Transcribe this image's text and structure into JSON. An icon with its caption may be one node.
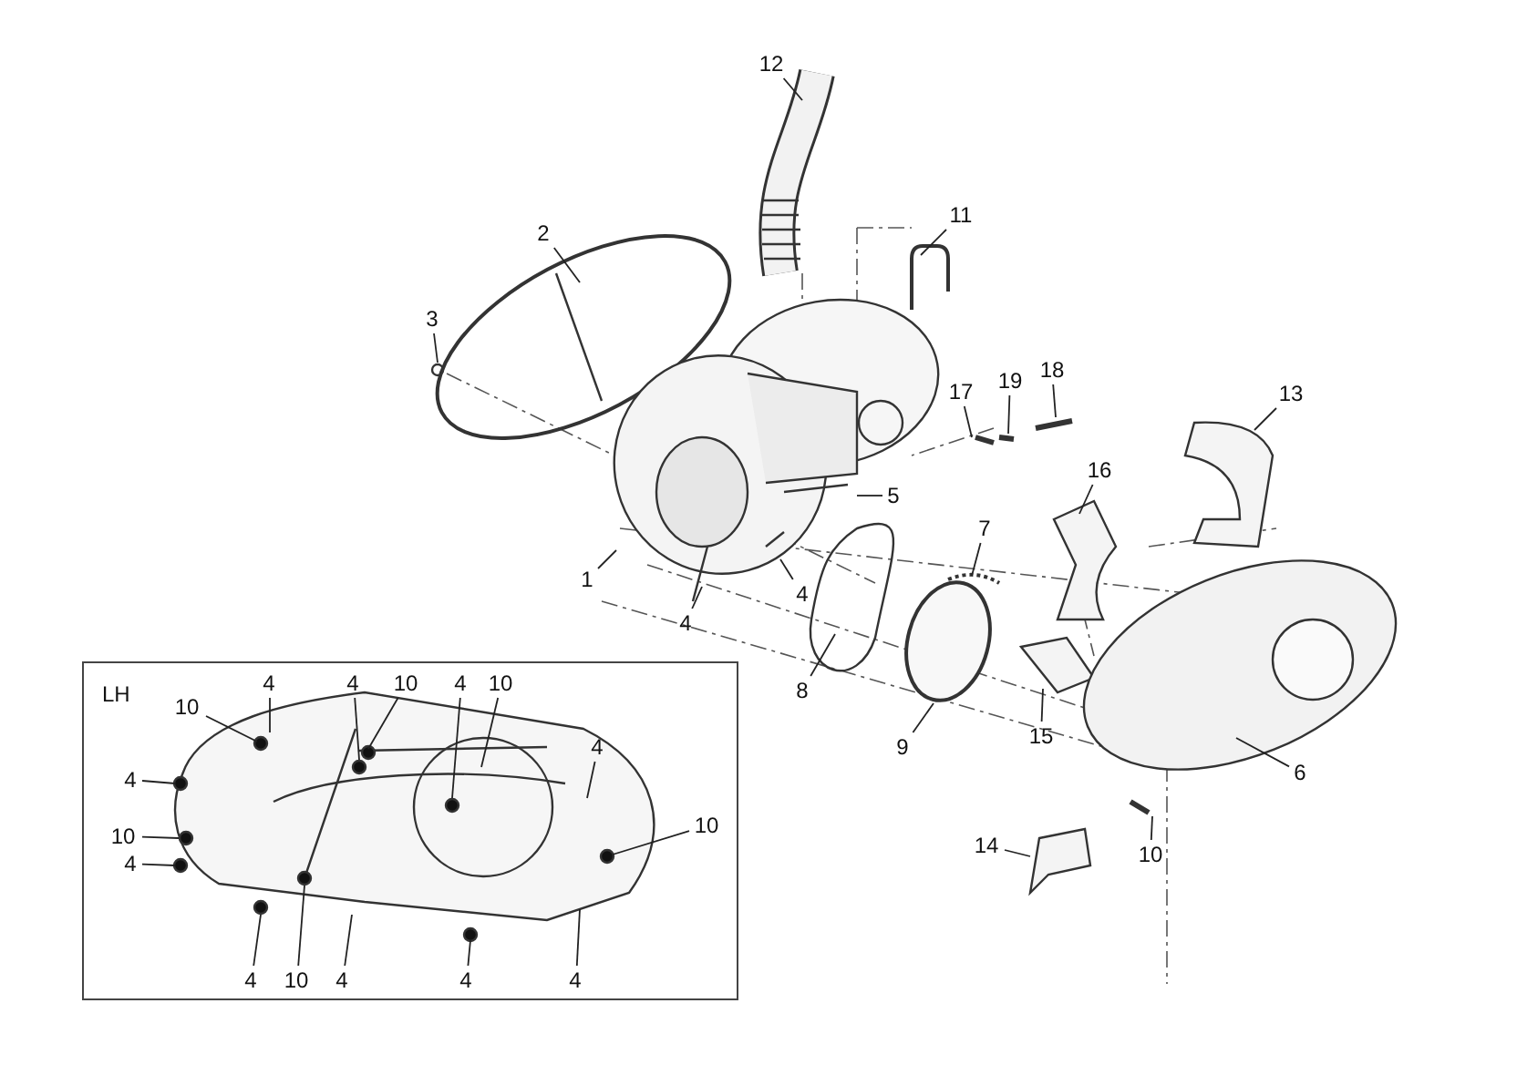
{
  "diagram": {
    "nodes": [
      {
        "text": [
          "12"
        ]
      },
      {
        "text": [
          "11"
        ]
      },
      {
        "text": [
          "2"
        ]
      },
      {
        "text": [
          "3"
        ]
      },
      {
        "text": [
          "17"
        ]
      },
      {
        "text": [
          "19"
        ]
      },
      {
        "text": [
          "18"
        ]
      },
      {
        "text": [
          "13"
        ]
      },
      {
        "text": [
          "16"
        ]
      },
      {
        "text": [
          "5"
        ]
      },
      {
        "text": [
          "7"
        ]
      },
      {
        "text": [
          "1"
        ]
      },
      {
        "text": [
          "4"
        ]
      },
      {
        "text": [
          "4"
        ]
      },
      {
        "text": [
          "8"
        ]
      },
      {
        "text": [
          "15"
        ]
      },
      {
        "text": [
          "9"
        ]
      },
      {
        "text": [
          "6"
        ]
      },
      {
        "text": [
          "14"
        ]
      },
      {
        "text": [
          "10"
        ]
      },
      {
        "text": [
          "LH"
        ]
      },
      {
        "text": [
          "4"
        ],
        "in": 20
      },
      {
        "text": [
          "10"
        ],
        "in": 20
      },
      {
        "text": [
          "4"
        ],
        "in": 20
      },
      {
        "text": [
          "10"
        ],
        "in": 20
      },
      {
        "text": [
          "4"
        ],
        "in": 20
      },
      {
        "text": [
          "10"
        ],
        "in": 20
      },
      {
        "text": [
          "4"
        ],
        "in": 20
      },
      {
        "text": [
          "4"
        ],
        "in": 20
      },
      {
        "text": [
          "10"
        ],
        "in": 20
      },
      {
        "text": [
          "10"
        ],
        "in": 20
      },
      {
        "text": [
          "4"
        ],
        "in": 20
      },
      {
        "text": [
          "4"
        ],
        "in": 20
      },
      {
        "text": [
          "10"
        ],
        "in": 20
      },
      {
        "text": [
          "4"
        ],
        "in": 20
      },
      {
        "text": [
          "4"
        ],
        "in": 20
      },
      {
        "text": [
          "4"
        ],
        "in": 20
      }
    ],
    "edges": [
      {
        "from": 0,
        "to": null,
        "arrow": "none"
      },
      {
        "from": 1,
        "to": null,
        "arrow": "none"
      },
      {
        "from": 2,
        "to": null,
        "arrow": "none"
      },
      {
        "from": 3,
        "to": null,
        "arrow": "none"
      },
      {
        "from": 4,
        "to": null,
        "arrow": "none"
      },
      {
        "from": 5,
        "to": null,
        "arrow": "none"
      },
      {
        "from": 6,
        "to": null,
        "arrow": "none"
      },
      {
        "from": 7,
        "to": null,
        "arrow": "none"
      },
      {
        "from": 8,
        "to": null,
        "arrow": "none"
      },
      {
        "from": 9,
        "to": null,
        "arrow": "none"
      },
      {
        "from": 10,
        "to": null,
        "arrow": "none"
      },
      {
        "from": 11,
        "to": null,
        "arrow": "none"
      },
      {
        "from": 12,
        "to": null,
        "arrow": "none"
      },
      {
        "from": 13,
        "to": null,
        "arrow": "none"
      },
      {
        "from": 14,
        "to": null,
        "arrow": "none"
      },
      {
        "from": 15,
        "to": null,
        "arrow": "none"
      },
      {
        "from": 16,
        "to": null,
        "arrow": "none"
      },
      {
        "from": 17,
        "to": null,
        "arrow": "none"
      },
      {
        "from": 18,
        "to": null,
        "arrow": "none"
      },
      {
        "from": 19,
        "to": null,
        "arrow": "none"
      },
      {
        "from": 21,
        "to": null,
        "arrow": "none"
      },
      {
        "from": 22,
        "to": null,
        "arrow": "none"
      },
      {
        "from": 23,
        "to": null,
        "arrow": "none"
      },
      {
        "from": 24,
        "to": null,
        "arrow": "none"
      },
      {
        "from": 25,
        "to": null,
        "arrow": "none"
      },
      {
        "from": 26,
        "to": null,
        "arrow": "none"
      },
      {
        "from": 27,
        "to": null,
        "arrow": "none"
      },
      {
        "from": 28,
        "to": null,
        "arrow": "none"
      },
      {
        "from": 29,
        "to": null,
        "arrow": "none"
      },
      {
        "from": 30,
        "to": null,
        "arrow": "none"
      },
      {
        "from": 31,
        "to": null,
        "arrow": "none"
      },
      {
        "from": 32,
        "to": null,
        "arrow": "none"
      },
      {
        "from": 33,
        "to": null,
        "arrow": "none"
      },
      {
        "from": 34,
        "to": null,
        "arrow": "none"
      },
      {
        "from": 35,
        "to": null,
        "arrow": "none"
      },
      {
        "from": 36,
        "to": null,
        "arrow": "none"
      }
    ]
  }
}
